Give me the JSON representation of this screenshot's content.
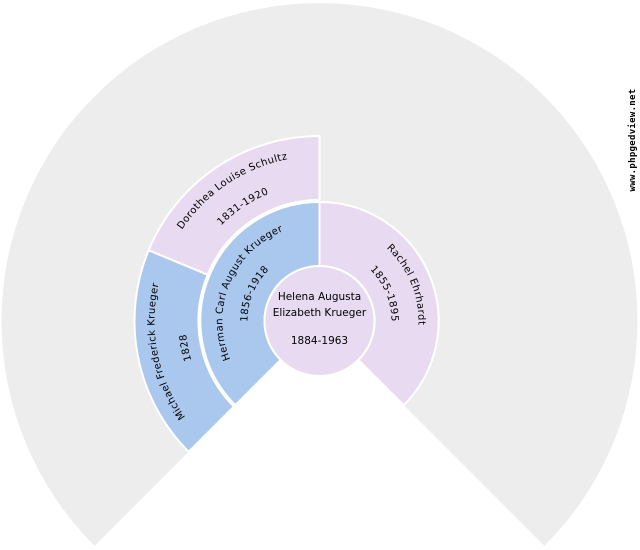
{
  "watermark": "www.phpgedview.net",
  "colors": {
    "male": "#aac7ee",
    "female": "#e8daf1",
    "empty": "#ededed",
    "background": "#ffffff",
    "text": "#000000"
  },
  "chart": {
    "type": "genealogy-fan-chart",
    "root": {
      "name_lines": [
        "Helena Augusta",
        "Elizabeth Krueger"
      ],
      "full_name": "Helena Augusta Elizabeth Krueger",
      "dates": "1884-1963",
      "sex": "F"
    },
    "parents": {
      "father": {
        "name": "Herman Carl August Krueger",
        "dates": "1856-1918",
        "sex": "M"
      },
      "mother": {
        "name": "Rachel Ehrhardt",
        "dates": "1855-1895",
        "sex": "F"
      }
    },
    "grandparents": {
      "paternal_grandfather": {
        "name": "Michael Frederick Krueger",
        "dates": "1828",
        "sex": "M"
      },
      "paternal_grandmother": {
        "name": "Dorothea Louise Schultz",
        "dates": "1831-1920",
        "sex": "F"
      },
      "maternal_grandfather": {
        "name": "",
        "dates": "",
        "sex": ""
      },
      "maternal_grandmother": {
        "name": "",
        "dates": "",
        "sex": ""
      }
    }
  }
}
